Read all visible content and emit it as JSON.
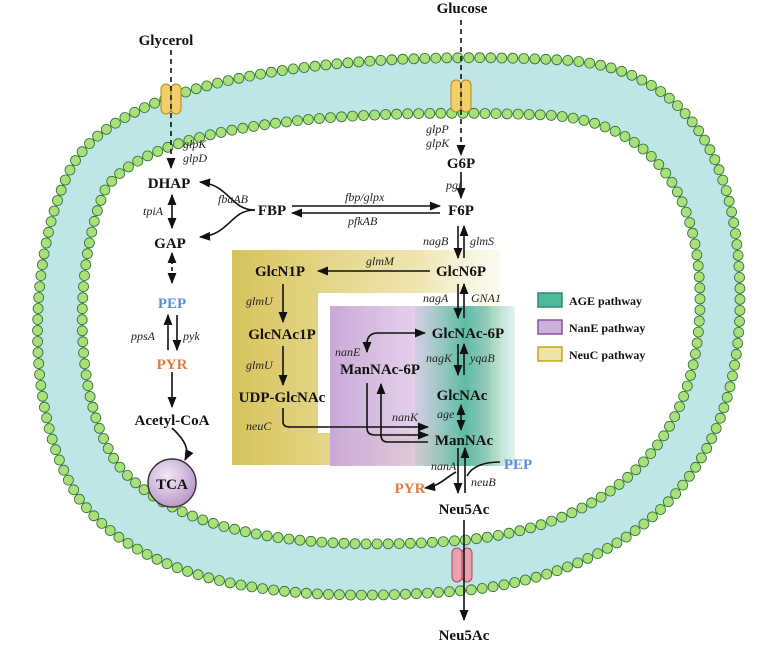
{
  "colors": {
    "age": "#4fb79a",
    "nane": "#a56fb0",
    "neuc": "#d7c35a",
    "pep": "#5a8fd4",
    "pyr": "#e07b3d",
    "membrane_head": "#a8e07a",
    "membrane_bg": "#a5dede"
  },
  "metabolites": {
    "glycerol": "Glycerol",
    "glucose": "Glucose",
    "g6p": "G6P",
    "dhap": "DHAP",
    "fbp": "FBP",
    "f6p": "F6P",
    "gap": "GAP",
    "glcn1p": "GlcN1P",
    "glcn6p": "GlcN6P",
    "pep": "PEP",
    "pyr": "PYR",
    "glcnac1p": "GlcNAc1P",
    "glcnac6p": "GlcNAc-6P",
    "mannac6p": "ManNAc-6P",
    "glcnac": "GlcNAc",
    "udpglcnac": "UDP-GlcNAc",
    "acetylcoa": "Acetyl-CoA",
    "mannac": "ManNAc",
    "pep2": "PEP",
    "pyr2": "PYR",
    "tca": "TCA",
    "neu5ac": "Neu5Ac",
    "neu5ac_out": "Neu5Ac"
  },
  "enzymes": {
    "glpk1": "glpK",
    "glpd": "glpD",
    "glpp": "glpP",
    "glpk2": "glpK",
    "pgi": "pgi",
    "fbaab": "fbaAB",
    "fbp_glpx": "fbp/glpx",
    "pfkab": "pfkAB",
    "tpia": "tpiA",
    "nagb": "nagB",
    "glms": "glmS",
    "glmm": "glmM",
    "glmu1": "glmU",
    "glmu2": "glmU",
    "naga": "nagA",
    "gna1": "GNA1",
    "ppsa": "ppsA",
    "pyk": "pyk",
    "nane": "nanE",
    "nagk": "nagK",
    "yqab": "yqaB",
    "age": "age",
    "neuc": "neuC",
    "nank": "nanK",
    "nana": "nanA",
    "neub": "neuB"
  },
  "legend": [
    {
      "label": "AGE pathway",
      "color": "#4fb79a",
      "border": "#2c8a70"
    },
    {
      "label": "NanE pathway",
      "color": "#ccb2d8",
      "border": "#8b4fa6"
    },
    {
      "label": "NeuC pathway",
      "color": "#ece3a8",
      "border": "#c6a520"
    }
  ]
}
